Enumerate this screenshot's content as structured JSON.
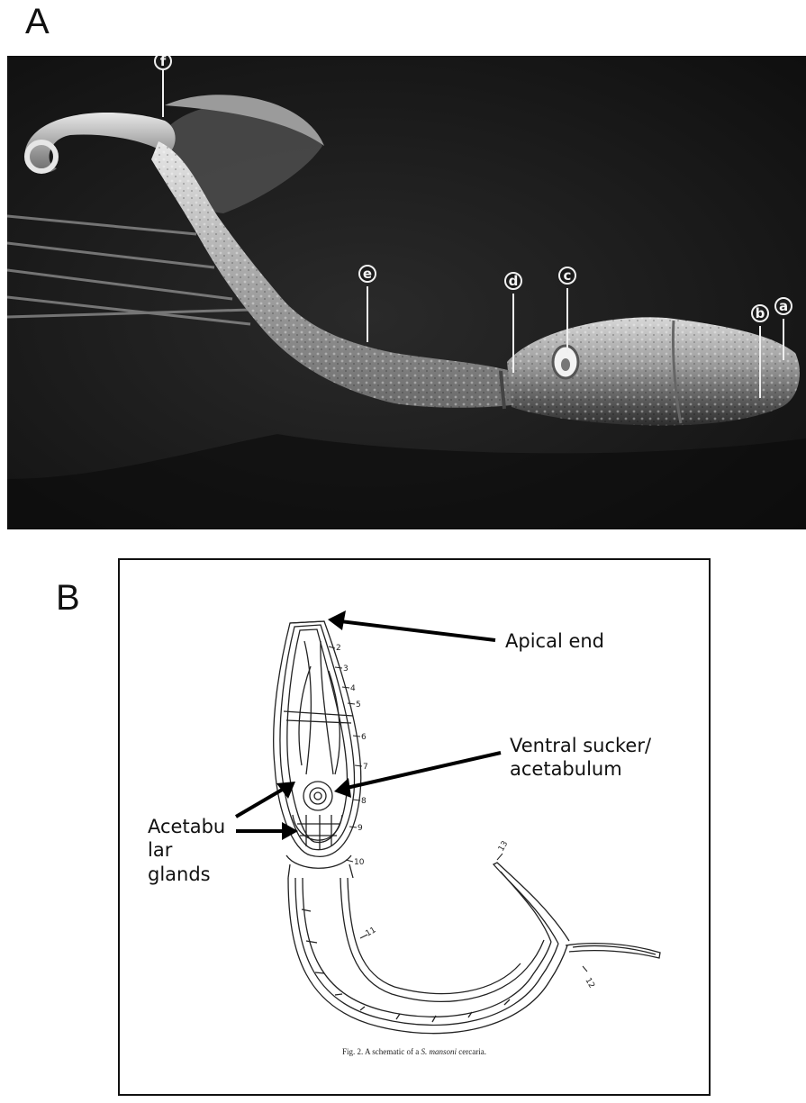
{
  "panels": {
    "a": {
      "letter": "A"
    },
    "b": {
      "letter": "B"
    }
  },
  "photo_labels": [
    "a",
    "b",
    "c",
    "d",
    "e",
    "f"
  ],
  "schematic_numbers": [
    "2",
    "3",
    "4",
    "5",
    "6",
    "7",
    "8",
    "9",
    "10",
    "11",
    "12",
    "13"
  ],
  "annotations": {
    "apical_end": "Apical end",
    "ventral_line1": "Ventral sucker/",
    "ventral_line2": "acetabulum",
    "glands_line1": "Acetabu",
    "glands_line2": "lar",
    "glands_line3": "glands"
  },
  "caption": {
    "prefix": "Fig. 2. A schematic of a ",
    "species": "S. mansoni",
    "suffix": " cercaria."
  },
  "colors": {
    "photo_bg": "#1c1c1c",
    "ink": "#111111"
  }
}
